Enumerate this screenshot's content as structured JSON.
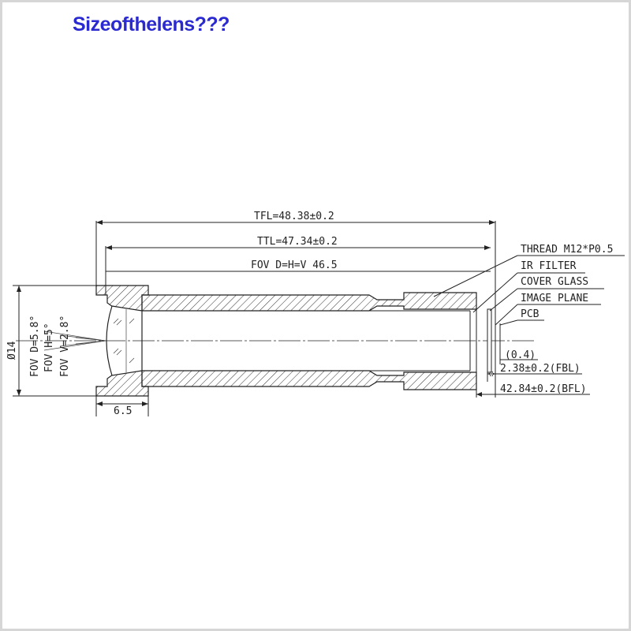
{
  "title": "Sizeofthelens???",
  "callouts": {
    "thread": "THREAD M12*P0.5",
    "ir_filter": "IR FILTER",
    "cover_glass": "COVER GLASS",
    "image_plane": "IMAGE PLANE",
    "pcb": "PCB"
  },
  "dimensions": {
    "tfl": "TFL=48.38±0.2",
    "ttl": "TTL=47.34±0.2",
    "fov_top": "FOV D=H=V 46.5",
    "diameter": "Ø14",
    "front_length": "6.5",
    "gap": "(0.4)",
    "fbl": "2.38±0.2(FBL)",
    "bfl": "42.84±0.2(BFL)"
  },
  "fov_labels": {
    "d": "FOV D=5.8°",
    "h": "FOV H=5°",
    "v": "FOV V=2.8°"
  }
}
